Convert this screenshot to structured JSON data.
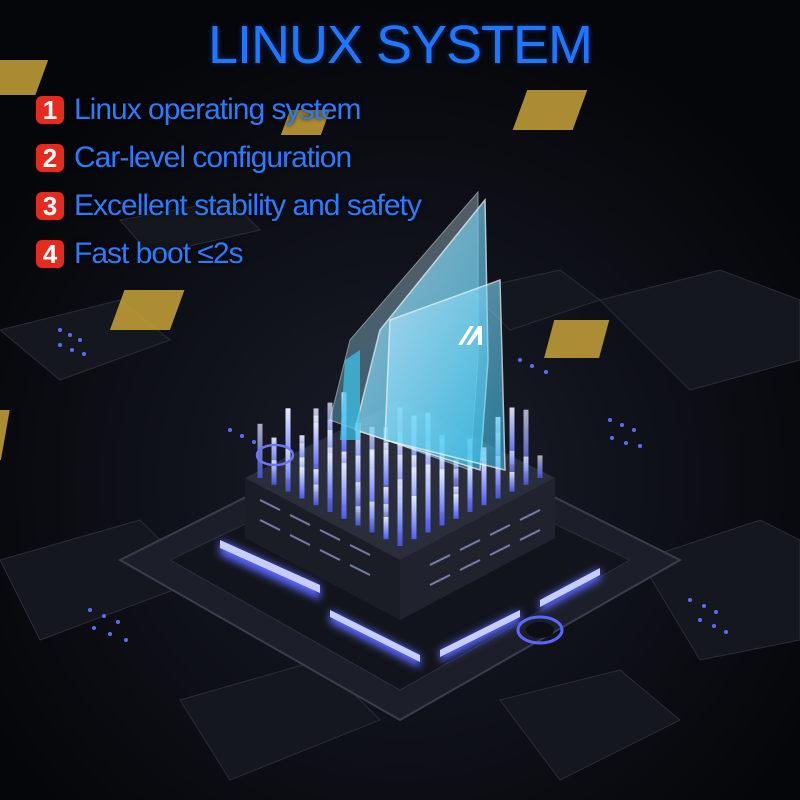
{
  "title": "LINUX SYSTEM",
  "features": [
    {
      "number": "1",
      "text": "Linux operating system"
    },
    {
      "number": "2",
      "text": "Car-level configuration"
    },
    {
      "number": "3",
      "text": "Excellent stability and safety"
    },
    {
      "number": "4",
      "text": "Fast boot ≤2s"
    }
  ],
  "colors": {
    "title": "#1e78ff",
    "feature_text": "#2a7cff",
    "badge": "#e62a1e",
    "glow": "#4a5cff",
    "background": "#07080c"
  },
  "icons": [
    "cpu-chip-icon",
    "brand-logo-icon"
  ]
}
